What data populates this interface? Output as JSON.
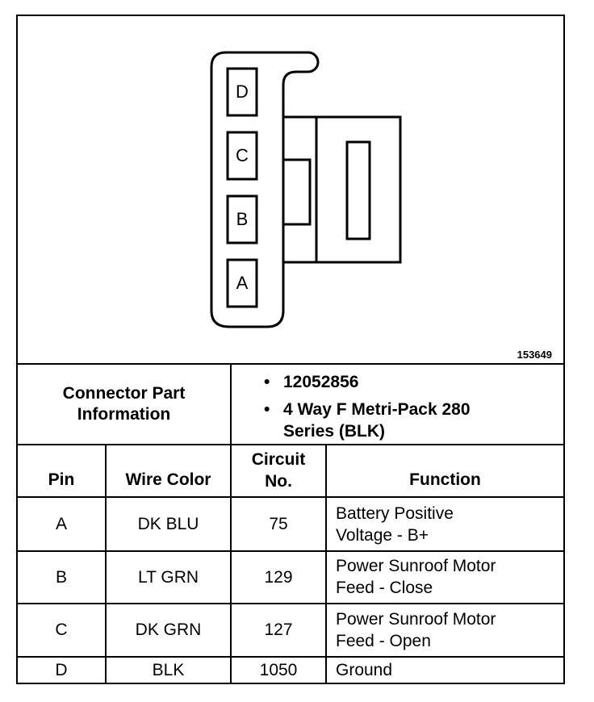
{
  "figure_id": "153649",
  "pins_diagram": [
    "D",
    "C",
    "B",
    "A"
  ],
  "connector": {
    "label": "Connector Part Information",
    "items": [
      "12052856",
      "4 Way F Metri-Pack 280 Series (BLK)"
    ]
  },
  "table": {
    "headers": {
      "pin": "Pin",
      "wire_color": "Wire Color",
      "circuit_line1": "Circuit",
      "circuit_line2": "No.",
      "function": "Function"
    },
    "rows": [
      {
        "pin": "A",
        "wire_color": "DK BLU",
        "circuit": "75",
        "function_line1": "Battery Positive",
        "function_line2": "Voltage - B+"
      },
      {
        "pin": "B",
        "wire_color": "LT GRN",
        "circuit": "129",
        "function_line1": "Power Sunroof Motor",
        "function_line2": "Feed - Close"
      },
      {
        "pin": "C",
        "wire_color": "DK GRN",
        "circuit": "127",
        "function_line1": "Power Sunroof Motor",
        "function_line2": "Feed - Open"
      },
      {
        "pin": "D",
        "wire_color": "BLK",
        "circuit": "1050",
        "function_line1": "Ground",
        "function_line2": ""
      }
    ]
  }
}
